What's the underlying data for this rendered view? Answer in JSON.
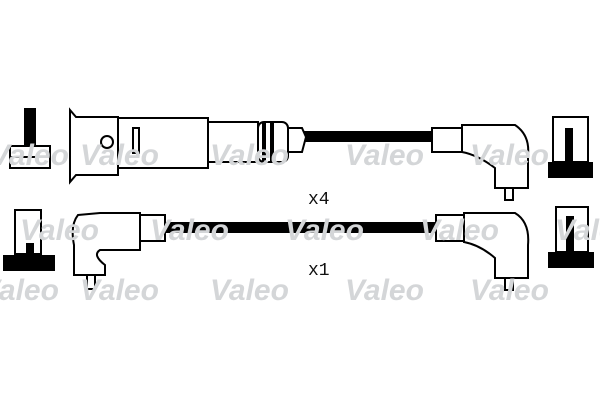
{
  "watermark": {
    "text": "Valeo",
    "color": "#d4d6d8"
  },
  "labels": {
    "top_quantity": "x4",
    "bottom_quantity": "x1"
  },
  "colors": {
    "line": "#000000",
    "background": "#ffffff"
  }
}
